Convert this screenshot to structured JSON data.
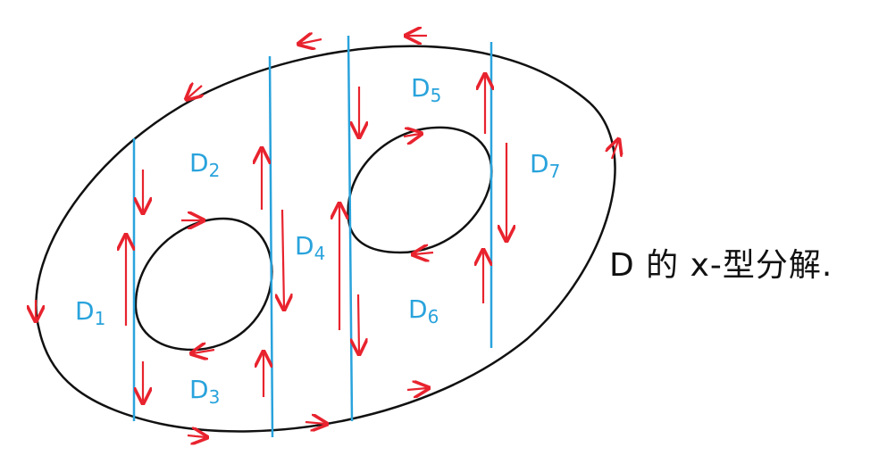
{
  "caption": "D 的 x-型分解.",
  "regions": [
    {
      "name": "D",
      "sub": "1"
    },
    {
      "name": "D",
      "sub": "2"
    },
    {
      "name": "D",
      "sub": "3"
    },
    {
      "name": "D",
      "sub": "4"
    },
    {
      "name": "D",
      "sub": "5"
    },
    {
      "name": "D",
      "sub": "6"
    },
    {
      "name": "D",
      "sub": "7"
    }
  ],
  "colors": {
    "boundary": "#111111",
    "cut_line": "#29A3DC",
    "arrow": "#E8232E",
    "label": "#29A3DC"
  }
}
